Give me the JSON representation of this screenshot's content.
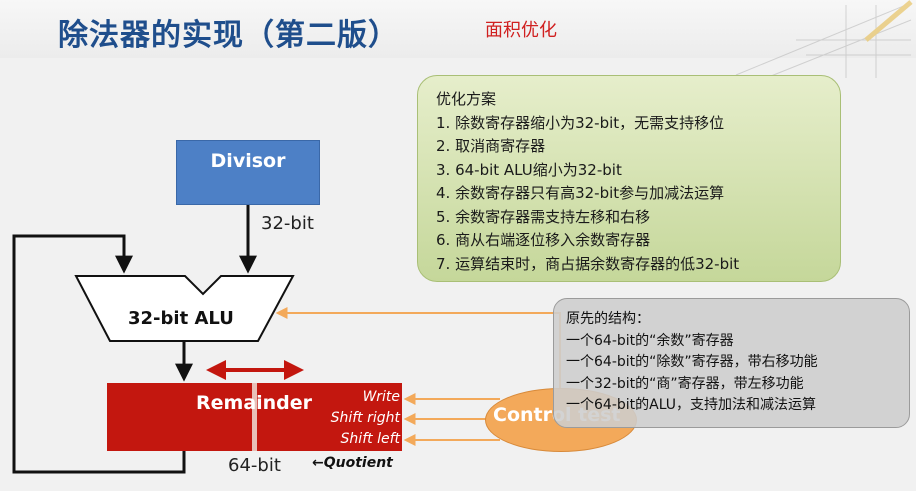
{
  "header": {
    "title": "除法器的实现（第二版）",
    "subtitle": "面积优化"
  },
  "diagram": {
    "divisor_label": "Divisor",
    "divisor_width_label": "32-bit",
    "alu_label": "32-bit ALU",
    "remainder_label": "Remainder",
    "remainder_width_label": "64-bit",
    "quotient_label": "←Quotient",
    "control_label": "Control test",
    "ops": [
      "Write",
      "Shift right",
      "Shift left"
    ]
  },
  "optimization": {
    "title": "优化方案",
    "items": [
      "1. 除数寄存器缩小为32-bit，无需支持移位",
      "2. 取消商寄存器",
      "3. 64-bit ALU缩小为32-bit",
      "4. 余数寄存器只有高32-bit参与加减法运算",
      "5. 余数寄存器需支持左移和右移",
      "6. 商从右端逐位移入余数寄存器",
      "7. 运算结束时，商占据余数寄存器的低32-bit"
    ]
  },
  "original": {
    "title": "原先的结构：",
    "items": [
      "一个64-bit的“余数”寄存器",
      "一个64-bit的“除数”寄存器，带右移功能",
      "一个32-bit的“商”寄存器，带左移功能",
      "一个64-bit的ALU，支持加法和减法运算"
    ]
  },
  "colors": {
    "title": "#1f4e8c",
    "subtitle": "#d02020",
    "divisor": "#4d80c6",
    "remainder": "#c3170f",
    "control": "#f3a95a",
    "arrow_orange": "#f3a95a",
    "optimization_panel": "#d6e3b0",
    "original_panel": "#cdcdcd"
  }
}
